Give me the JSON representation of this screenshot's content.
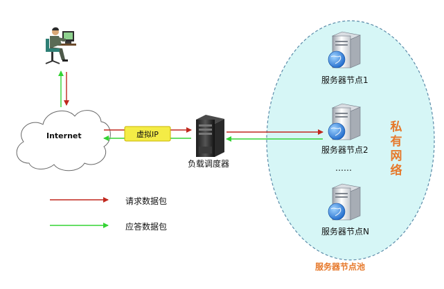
{
  "internet": "Internet",
  "vip": "虚拟IP",
  "balancer": "负载调度器",
  "servers": [
    "服务器节点1",
    "服务器节点2",
    "服务器节点N"
  ],
  "ellipsis": "……",
  "private_network": "私有网络",
  "pool_title": "服务器节点池",
  "legend": {
    "request": "请求数据包",
    "response": "应答数据包"
  },
  "colors": {
    "request": "#c0271d",
    "response": "#34d334",
    "pool_fill": "#d6f6f6",
    "pool_stroke": "#5a8aa8",
    "vip_fill": "#f4ec46",
    "private_text": "#e6782a"
  }
}
